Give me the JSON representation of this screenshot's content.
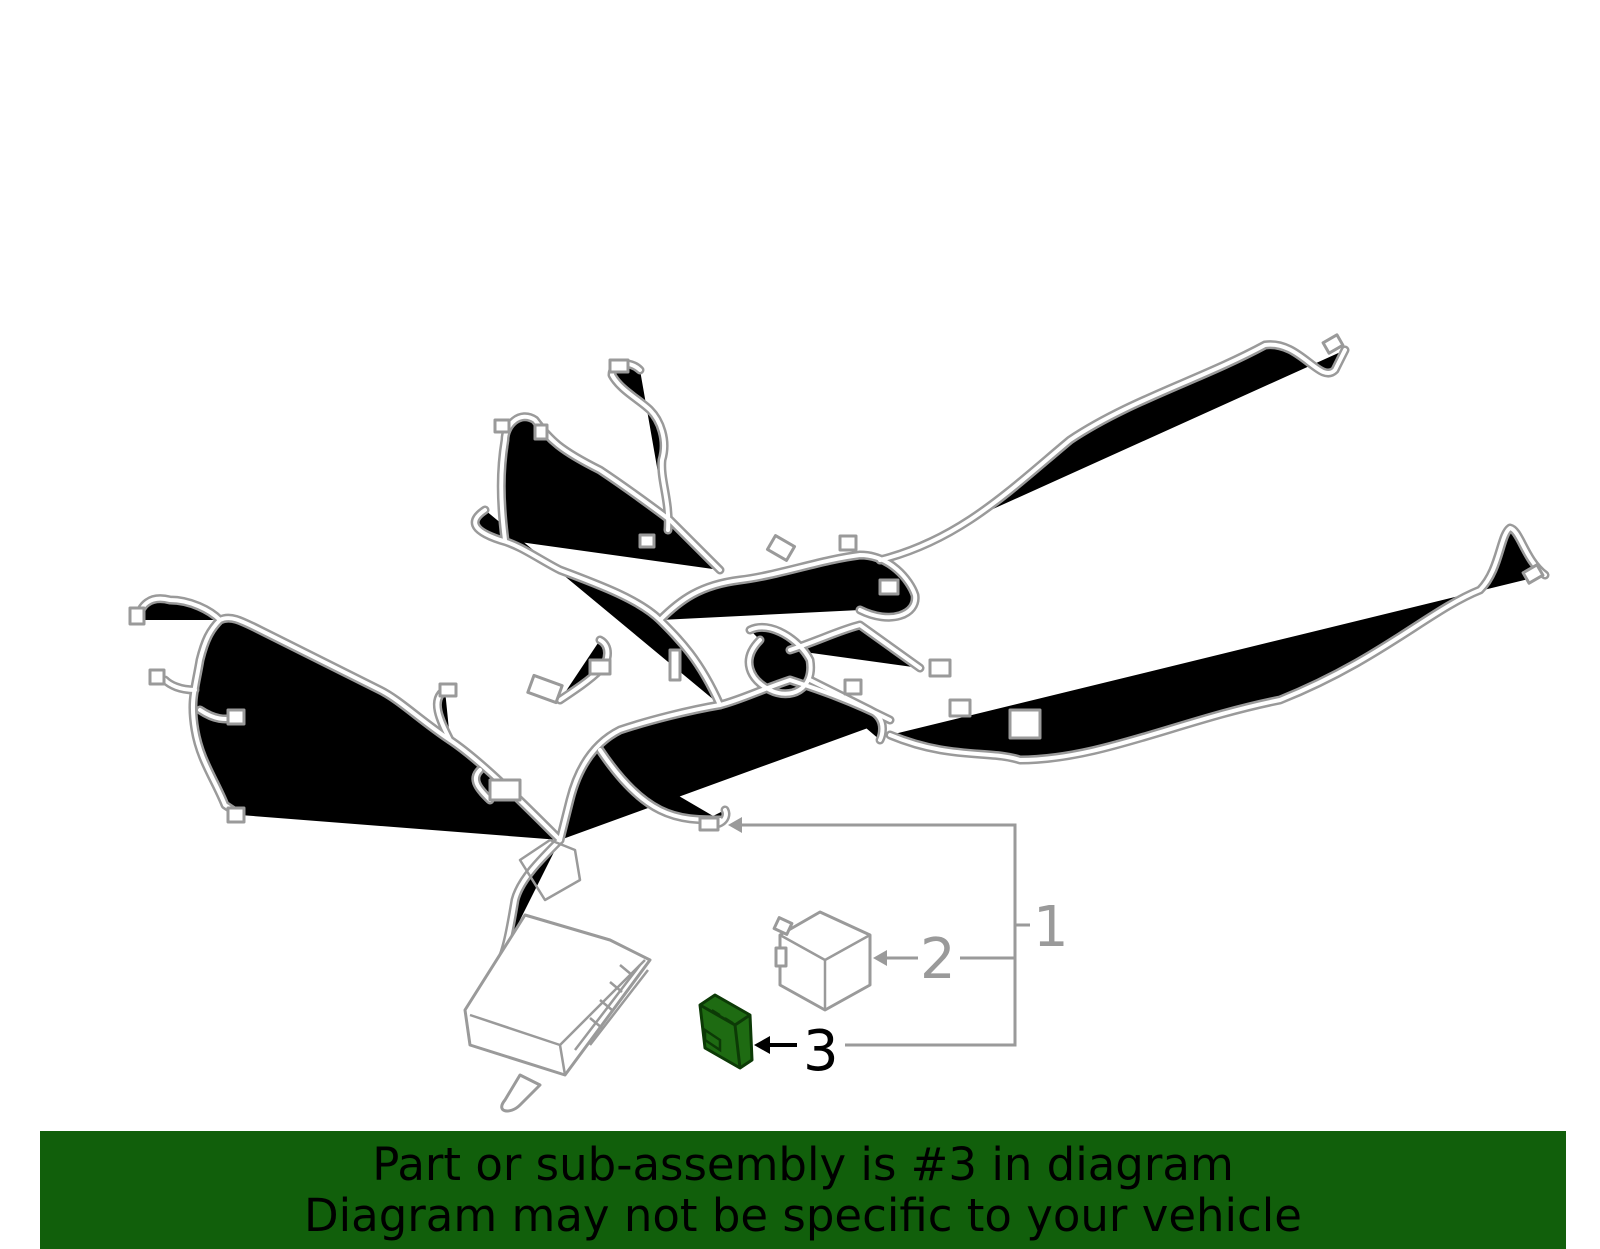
{
  "diagram": {
    "callouts": [
      {
        "number": "1"
      },
      {
        "number": "2"
      },
      {
        "number": "3"
      }
    ],
    "highlighted_callout": "3",
    "colors": {
      "line_art": "#9a9a9a",
      "highlight_fill": "#1e6b12",
      "highlight_text": "#000000",
      "banner_background": "#115f0b",
      "banner_text": "#000000"
    }
  },
  "banner": {
    "line1": "Part or sub-assembly is #3 in diagram",
    "line2": "Diagram may not be specific to your vehicle"
  }
}
